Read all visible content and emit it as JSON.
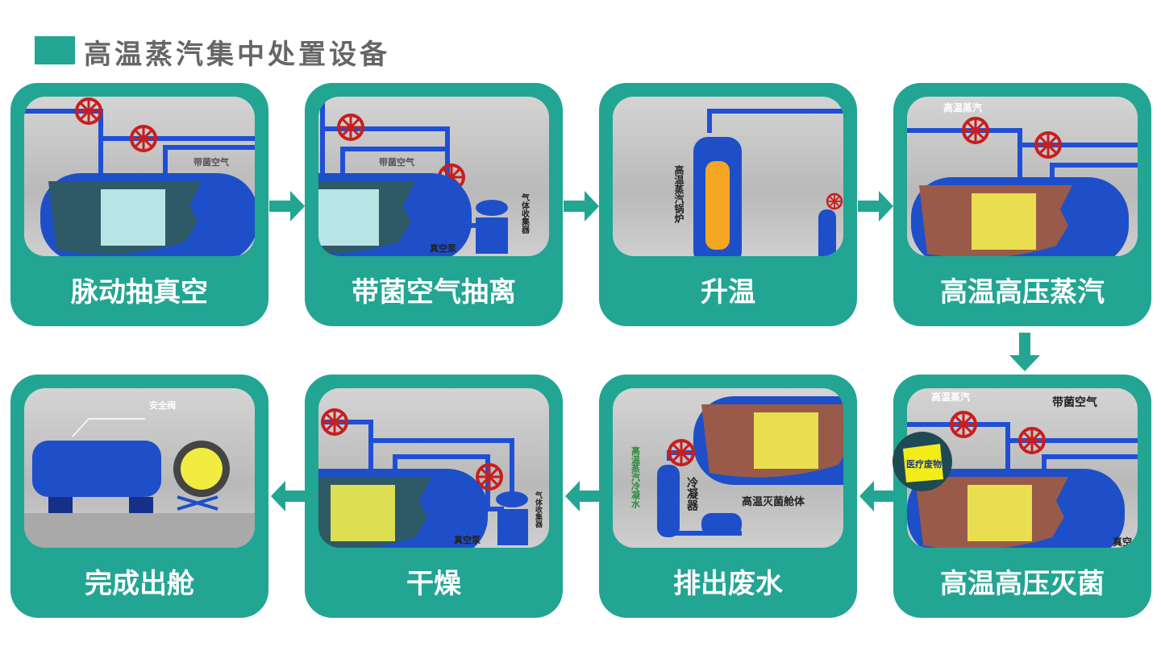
{
  "title": "高温蒸汽集中处置设备",
  "colors": {
    "accent": "#22a593",
    "pipe": "#1f4fd6",
    "tank": "#1e4fc8",
    "valve": "#c81e1e",
    "title_text": "#666666"
  },
  "steps": [
    {
      "label": "脉动抽真空",
      "scene_labels": [
        "带菌空气"
      ]
    },
    {
      "label": "带菌空气抽离",
      "scene_labels": [
        "带菌空气",
        "真空泵",
        "气体收集器"
      ]
    },
    {
      "label": "升温",
      "scene_labels": [
        "高温蒸汽锅炉"
      ]
    },
    {
      "label": "高温高压蒸汽",
      "scene_labels": [
        "高温蒸汽"
      ]
    },
    {
      "label": "高温高压灭菌",
      "scene_labels": [
        "高温蒸汽",
        "带菌空气",
        "医疗废物",
        "真空"
      ]
    },
    {
      "label": "排出废水",
      "scene_labels": [
        "高温蒸汽冷凝水",
        "冷凝器",
        "高温灭菌舱体"
      ]
    },
    {
      "label": "干燥",
      "scene_labels": [
        "真空泵",
        "气体收集器"
      ]
    },
    {
      "label": "完成出舱",
      "scene_labels": [
        "安全阀"
      ]
    }
  ],
  "flow_direction": [
    "right",
    "right",
    "right",
    "down",
    "left",
    "left",
    "left"
  ]
}
